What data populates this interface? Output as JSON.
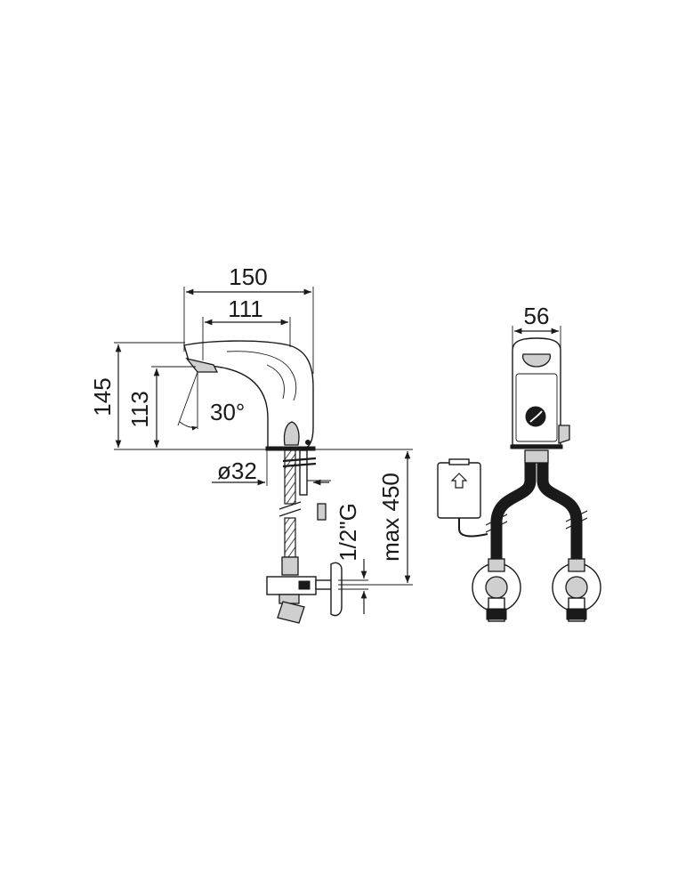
{
  "dimensions": {
    "width_total": "150",
    "width_spout": "111",
    "height_total": "145",
    "height_spout": "113",
    "spout_angle": "30°",
    "base_diameter": "ø32",
    "thread": "1/2\"G",
    "hose_length": "max 450",
    "side_width": "56"
  }
}
